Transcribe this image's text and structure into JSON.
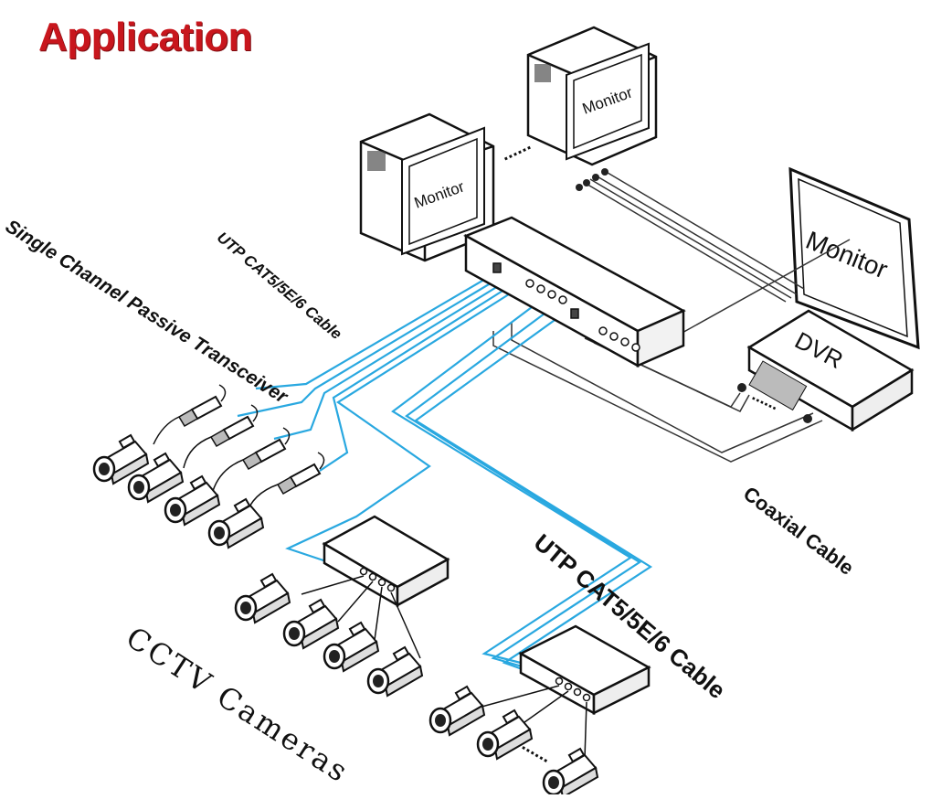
{
  "title": "Application",
  "devices": {
    "monitor_left": "Monitor",
    "monitor_top": "Monitor",
    "monitor_right": "Monitor",
    "dvr": "DVR",
    "ellipsis": "......"
  },
  "labels": {
    "single_channel": "Single Channel Passive Transceiver",
    "utp_upper": "UTP CAT5/5E/6 Cable",
    "utp_lower": "UTP CAT5/5E/6 Cable",
    "coaxial": "Coaxial Cable",
    "cctv": "CCTV Cameras"
  },
  "colors": {
    "title": "#c8161d",
    "utp_cable": "#29a8e0",
    "line": "#111111"
  }
}
